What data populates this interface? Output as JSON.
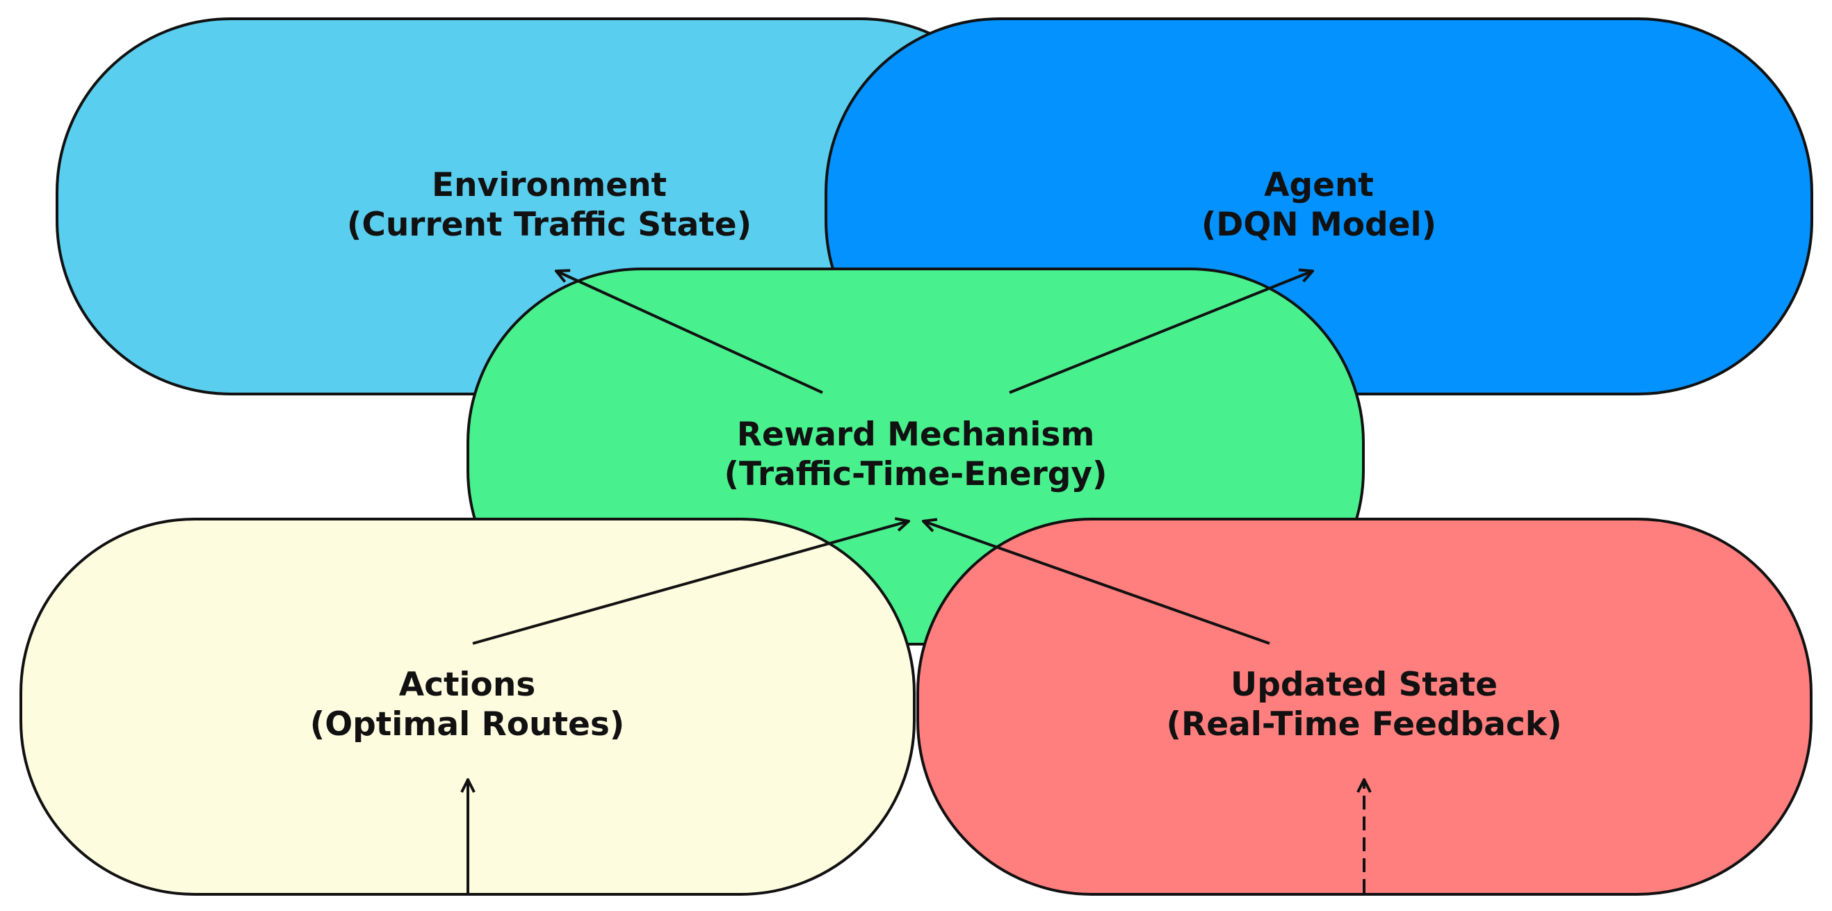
{
  "nodes": {
    "environment": {
      "title": "Environment",
      "subtitle": "(Current Traffic State)",
      "fill": "#5ACEEE"
    },
    "agent": {
      "title": "Agent",
      "subtitle": "(DQN Model)",
      "fill": "#0392FF"
    },
    "reward": {
      "title": "Reward Mechanism",
      "subtitle": "(Traffic-Time-Energy)",
      "fill": "#49F18E"
    },
    "actions": {
      "title": "Actions",
      "subtitle": "(Optimal Routes)",
      "fill": "#FEFCDF"
    },
    "updated_state": {
      "title": "Updated State",
      "subtitle": "(Real-Time Feedback)",
      "fill": "#FF7E7E"
    }
  },
  "edges": [
    {
      "from": "reward",
      "to": "environment",
      "style": "solid"
    },
    {
      "from": "reward",
      "to": "agent",
      "style": "solid"
    },
    {
      "from": "actions",
      "to": "reward",
      "style": "solid"
    },
    {
      "from": "updated_state",
      "to": "reward",
      "style": "solid"
    },
    {
      "from": "outside",
      "to": "actions",
      "style": "solid"
    },
    {
      "from": "outside",
      "to": "updated_state",
      "style": "dashed"
    }
  ]
}
